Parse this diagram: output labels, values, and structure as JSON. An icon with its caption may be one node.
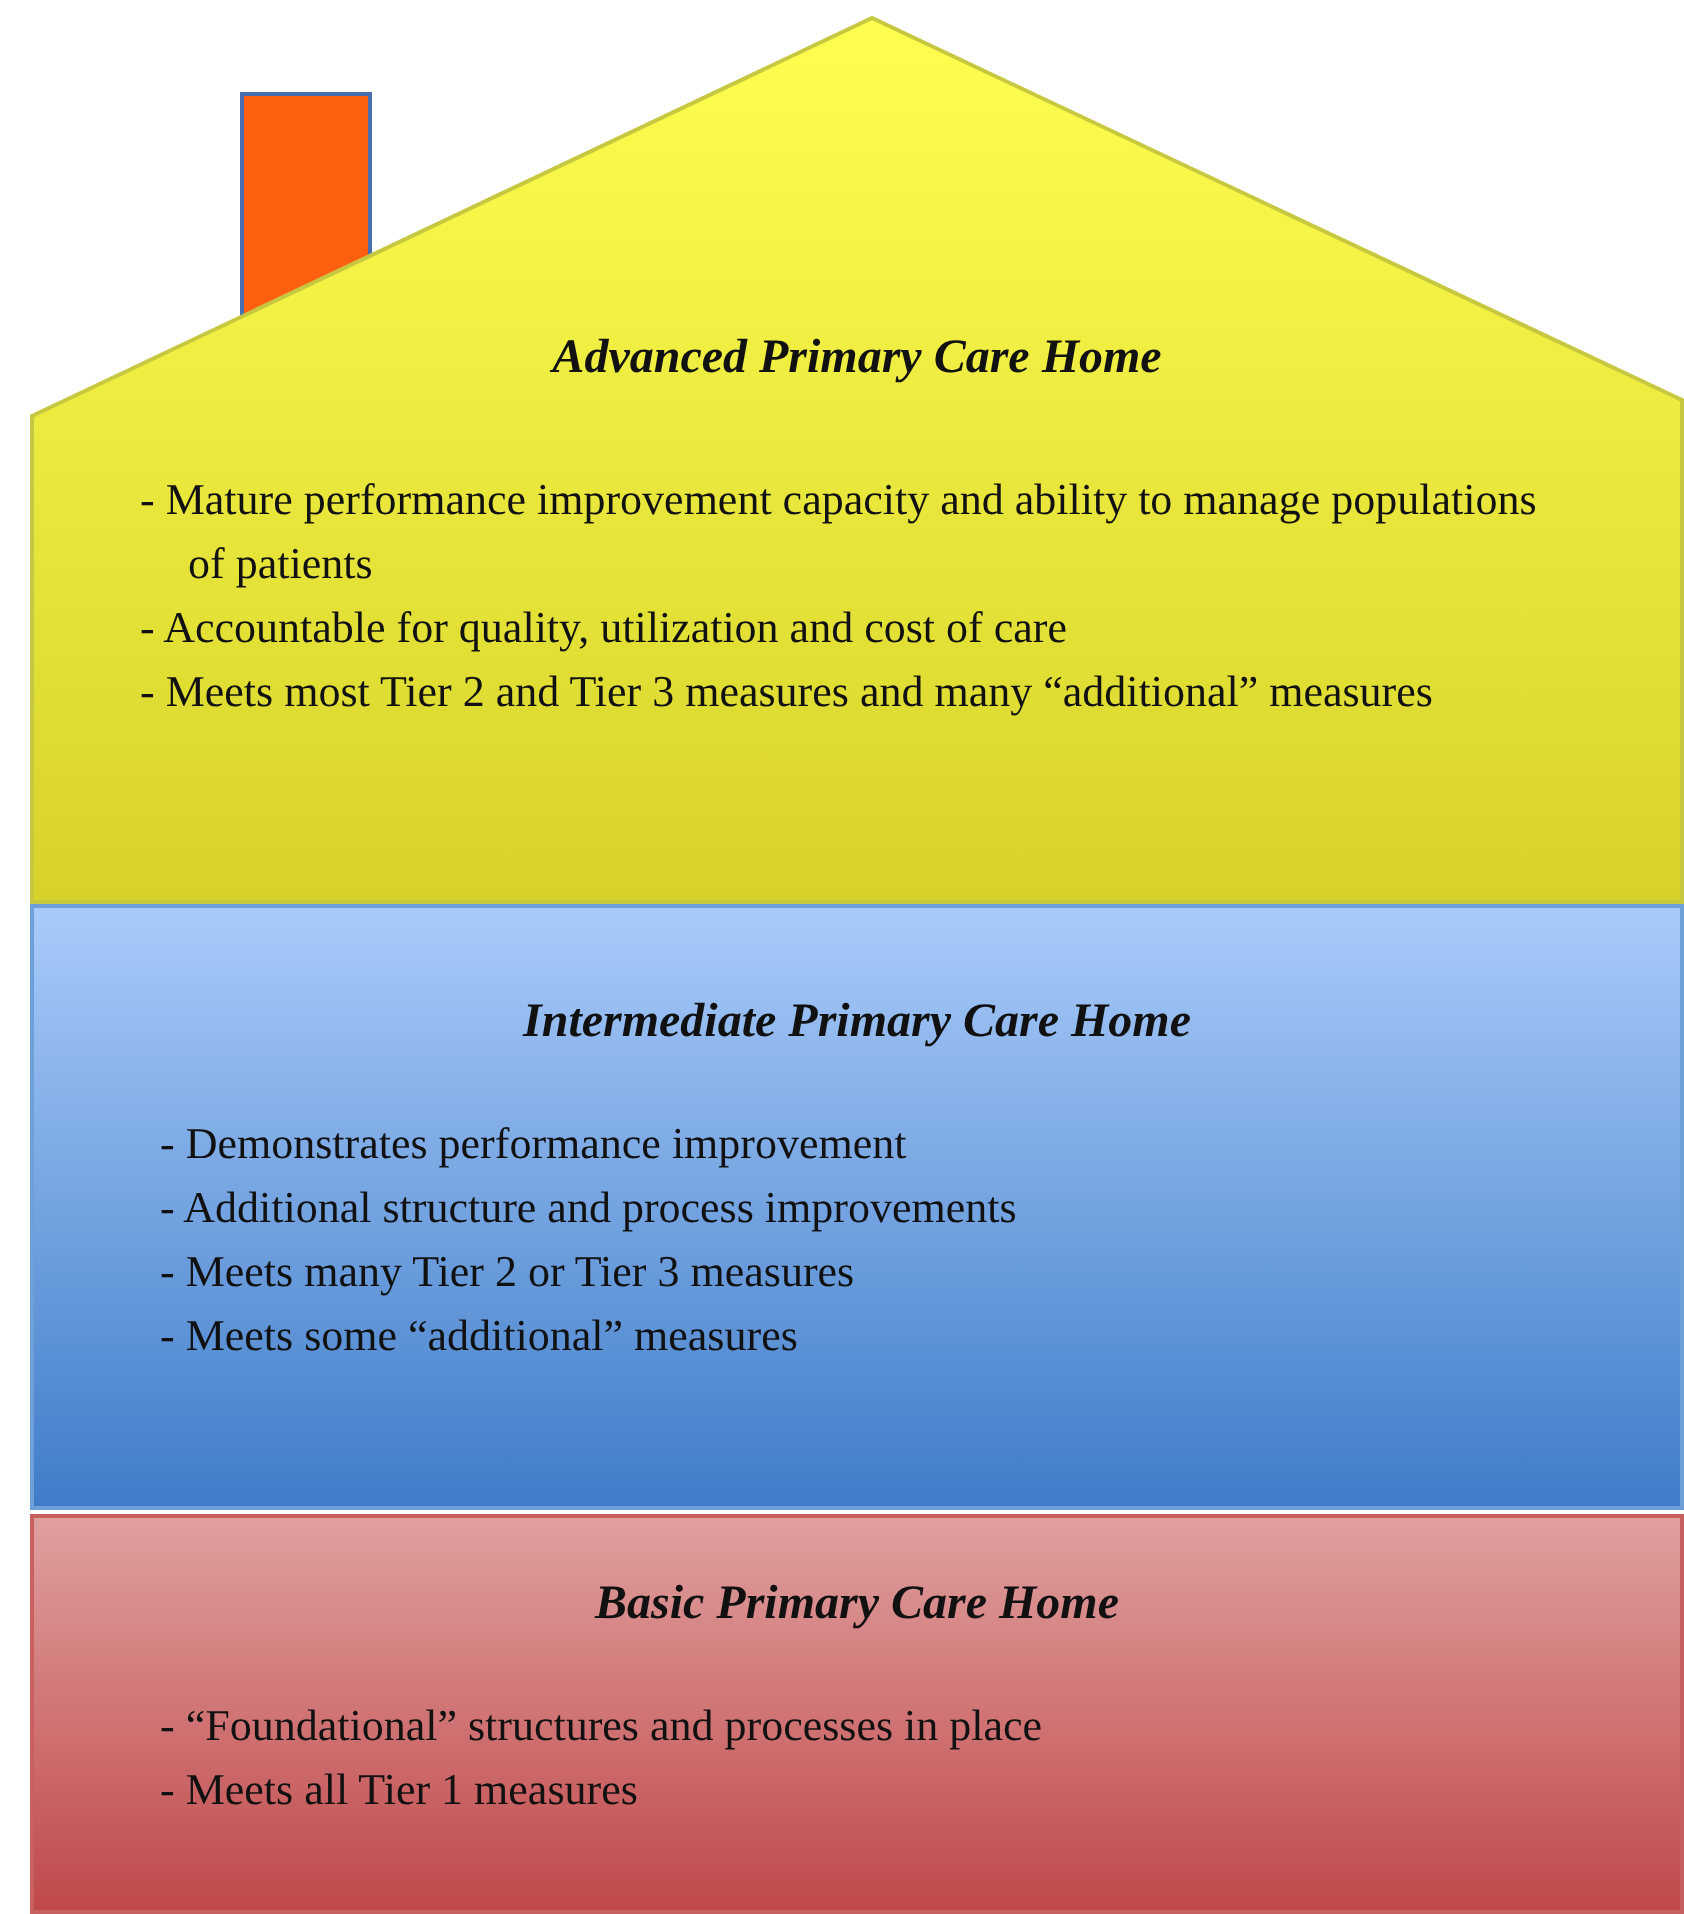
{
  "diagram": {
    "nodes": [
      {
        "text": [
          "Advanced Primary Care Home",
          "- Mature performance improvement capacity and ability to manage populations of patients",
          "- Accountable for quality, utilization and cost of care",
          "- Meets most Tier 2 and Tier 3 measures and many “additional” measures"
        ]
      },
      {
        "text": [
          "Intermediate Primary Care Home",
          "- Demonstrates performance improvement",
          "- Additional structure and process improvements",
          "- Meets many Tier 2 or Tier 3 measures",
          "- Meets some “additional” measures"
        ]
      },
      {
        "text": [
          "Basic Primary Care Home",
          "- “Foundational” structures and processes in place",
          "- Meets all Tier 1 measures"
        ]
      }
    ]
  }
}
